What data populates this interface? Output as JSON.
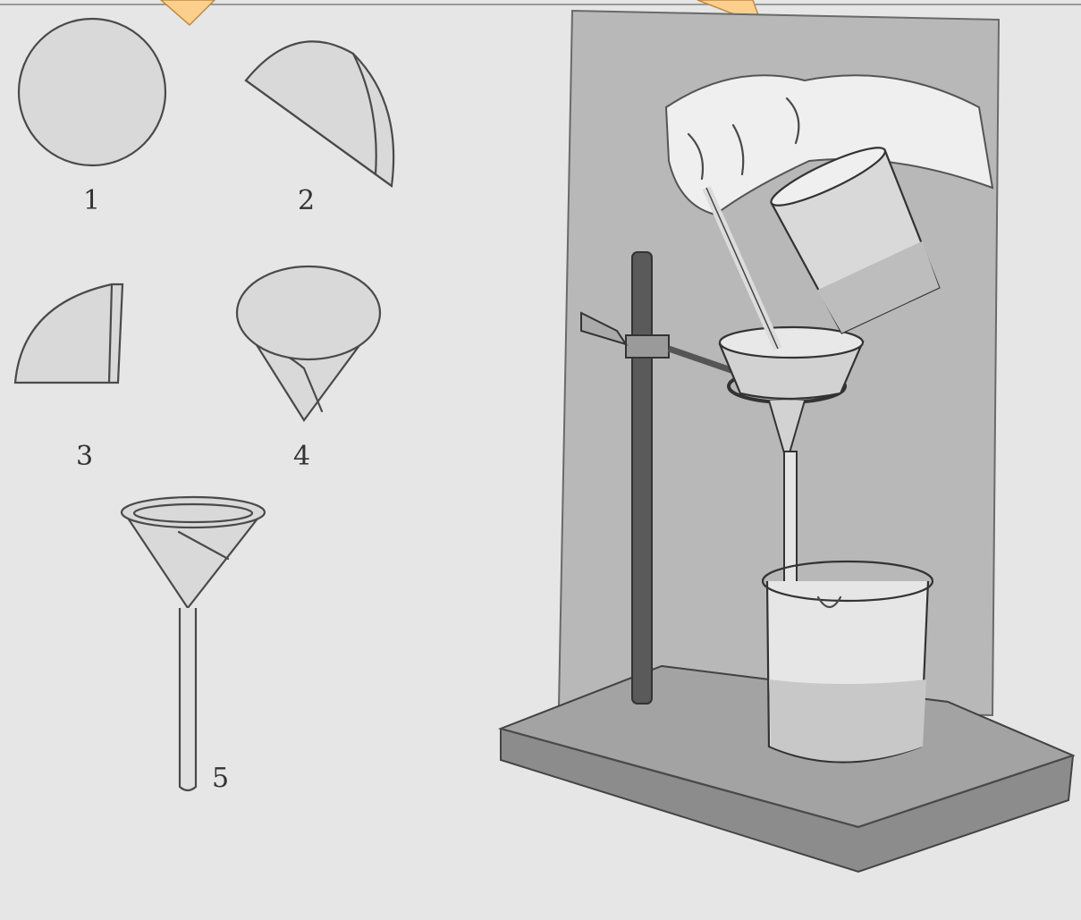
{
  "steps": [
    {
      "label": "1",
      "shape": "filter-paper-circle"
    },
    {
      "label": "2",
      "shape": "filter-paper-folded-half"
    },
    {
      "label": "3",
      "shape": "filter-paper-folded-quarter"
    },
    {
      "label": "4",
      "shape": "filter-paper-cone"
    },
    {
      "label": "5",
      "shape": "filter-paper-in-funnel"
    }
  ],
  "illustration": "filtration-apparatus",
  "colors": {
    "background": "#e6e6e6",
    "callout": "#fcd08c",
    "backboard": "#b8b8b8",
    "base": "#8c8c8c"
  }
}
